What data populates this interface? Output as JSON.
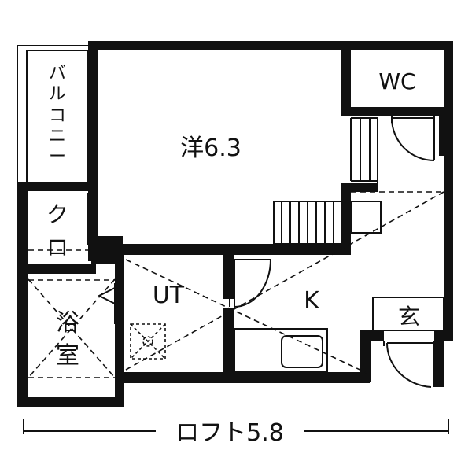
{
  "colors": {
    "wall": "#111111",
    "line": "#111111",
    "background": "#ffffff"
  },
  "rooms": {
    "western": "洋6.3",
    "balcony": [
      "バ",
      "ル",
      "コ",
      "ニ",
      "ー"
    ],
    "wc": "WC",
    "closet": [
      "ク",
      "ロ"
    ],
    "bath": [
      "浴",
      "室"
    ],
    "utility": "UT",
    "kitchen": "K",
    "entrance": "玄"
  },
  "dimension": {
    "label": "ロフト5.8"
  }
}
